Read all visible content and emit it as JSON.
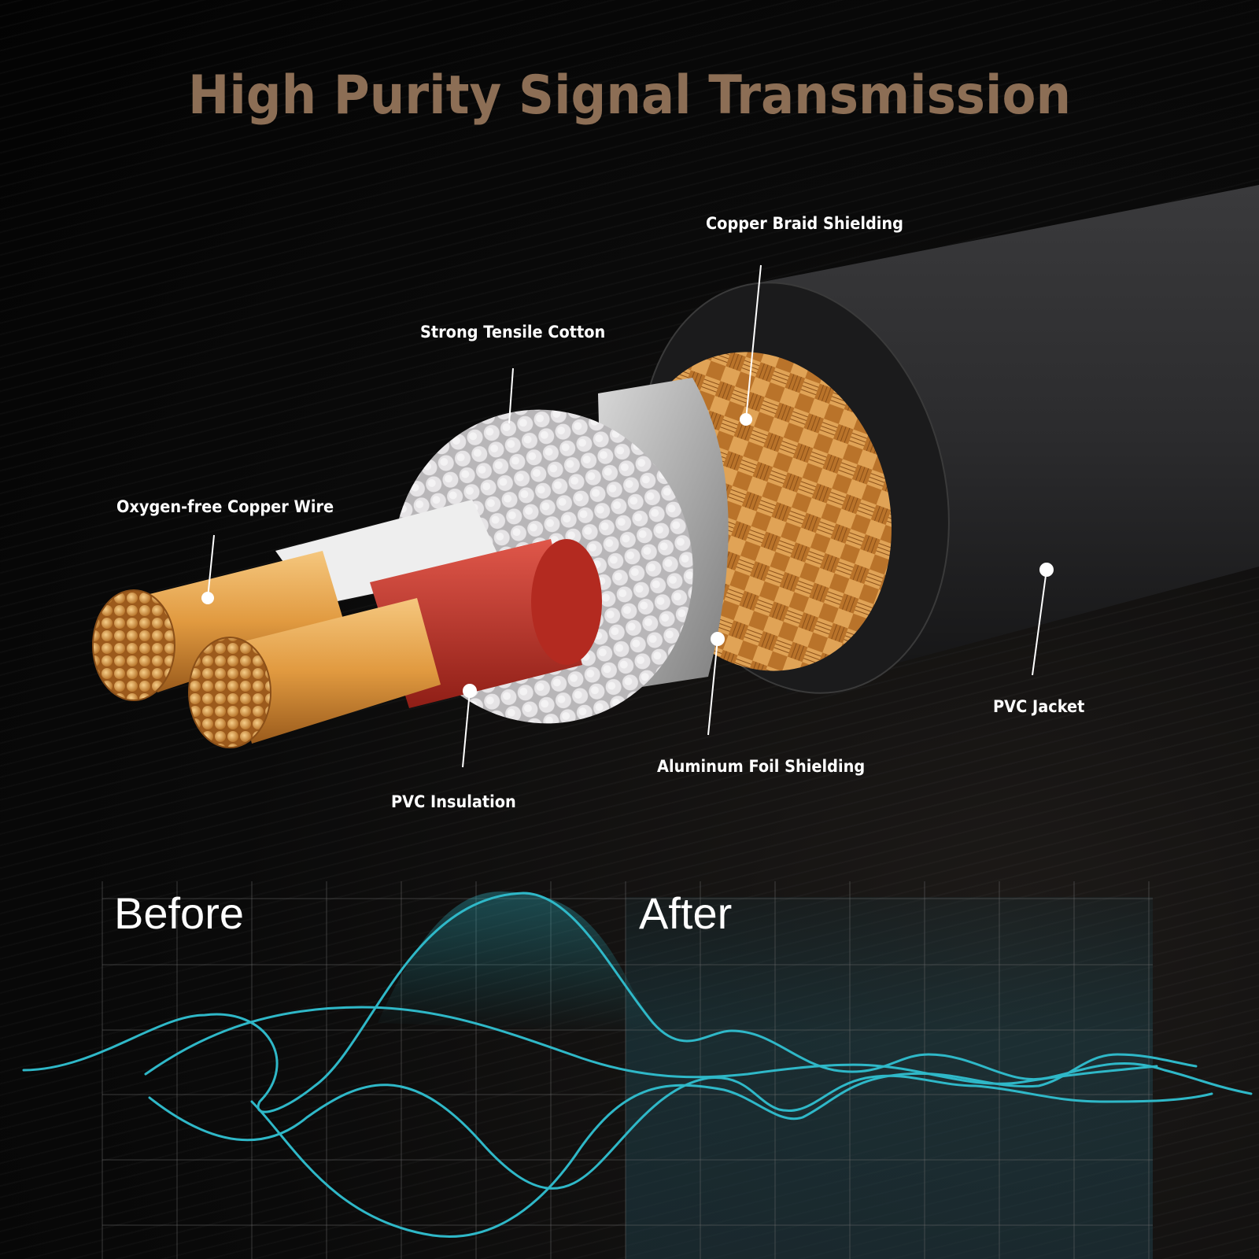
{
  "title": "High Purity Signal Transmission",
  "callouts": [
    {
      "label": "Copper Braid Shielding"
    },
    {
      "label": "Strong Tensile Cotton"
    },
    {
      "label": "Oxygen-free Copper Wire"
    },
    {
      "label": "PVC Jacket"
    },
    {
      "label": "Aluminum Foil Shielding"
    },
    {
      "label": "PVC Insulation"
    }
  ],
  "comparison": {
    "before_label": "Before",
    "after_label": "After"
  },
  "colors": {
    "title": "#8c6e55",
    "wave": "#2fb8c8",
    "copper": "#d9963e",
    "insulation_red": "#c33a2e",
    "jacket": "#2a2a2c"
  }
}
